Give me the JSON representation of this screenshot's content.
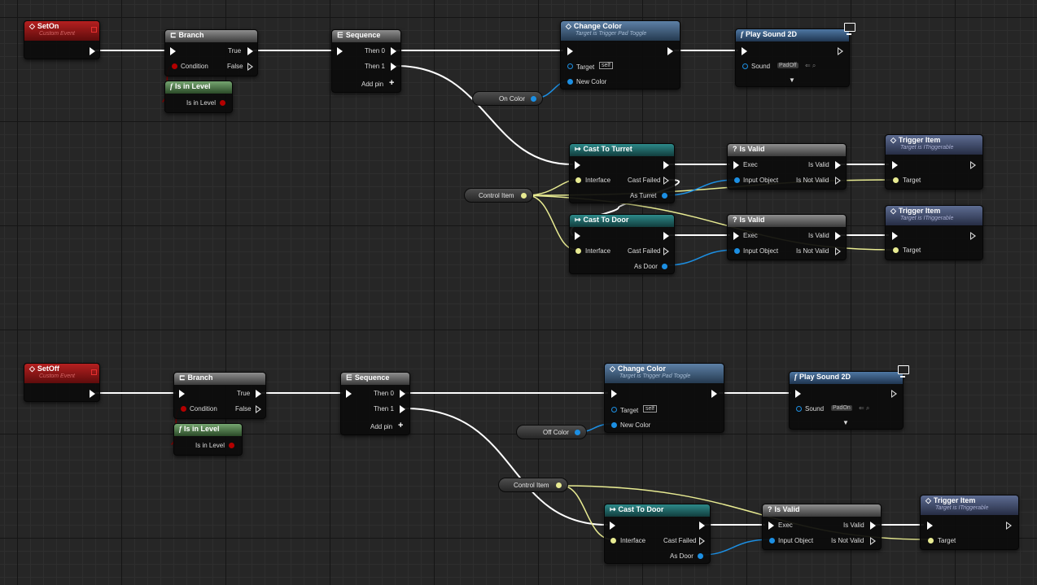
{
  "colors": {
    "exec_wire": "#ffffff",
    "object_wire": "#1c8fe3",
    "interface_wire": "#e8eb92",
    "event_header": "#a61c1c",
    "function_header": "#4e77a3",
    "cast_header": "#2d8a8a"
  },
  "top": {
    "event": {
      "title": "SetOn",
      "subtitle": "Custom Event"
    },
    "branch": {
      "title": "Branch",
      "condition": "Condition",
      "true_label": "True",
      "false_label": "False"
    },
    "is_in_level": {
      "title": "Is in Level",
      "pin": "Is in Level"
    },
    "sequence": {
      "title": "Sequence",
      "then0": "Then 0",
      "then1": "Then 1",
      "add_pin": "Add pin"
    },
    "change_color": {
      "title": "Change Color",
      "subtitle": "Target is Trigger Pad Toggle",
      "target": "Target",
      "self": "self",
      "new_color": "New Color"
    },
    "color_var": "On Color",
    "play_sound": {
      "title": "Play Sound 2D",
      "sound": "Sound",
      "asset": "PadOff"
    },
    "control_item": "Control Item",
    "cast_turret": {
      "title": "Cast To Turret",
      "interface": "Interface",
      "cast_failed": "Cast Failed",
      "as_out": "As Turret"
    },
    "cast_door": {
      "title": "Cast To Door",
      "interface": "Interface",
      "cast_failed": "Cast Failed",
      "as_out": "As Door"
    },
    "is_valid_1": {
      "title": "Is Valid",
      "exec": "Exec",
      "input": "Input Object",
      "valid": "Is Valid",
      "not_valid": "Is Not Valid"
    },
    "is_valid_2": {
      "title": "Is Valid",
      "exec": "Exec",
      "input": "Input Object",
      "valid": "Is Valid",
      "not_valid": "Is Not Valid"
    },
    "trigger_1": {
      "title": "Trigger Item",
      "subtitle": "Target is ITriggerable",
      "target": "Target"
    },
    "trigger_2": {
      "title": "Trigger Item",
      "subtitle": "Target is ITriggerable",
      "target": "Target"
    }
  },
  "bottom": {
    "event": {
      "title": "SetOff",
      "subtitle": "Custom Event"
    },
    "branch": {
      "title": "Branch",
      "condition": "Condition",
      "true_label": "True",
      "false_label": "False"
    },
    "is_in_level": {
      "title": "Is in Level",
      "pin": "Is in Level"
    },
    "sequence": {
      "title": "Sequence",
      "then0": "Then 0",
      "then1": "Then 1",
      "add_pin": "Add pin"
    },
    "change_color": {
      "title": "Change Color",
      "subtitle": "Target is Trigger Pad Toggle",
      "target": "Target",
      "self": "self",
      "new_color": "New Color"
    },
    "color_var": "Off Color",
    "play_sound": {
      "title": "Play Sound 2D",
      "sound": "Sound",
      "asset": "PadOn"
    },
    "control_item": "Control Item",
    "cast_door": {
      "title": "Cast To Door",
      "interface": "Interface",
      "cast_failed": "Cast Failed",
      "as_out": "As Door"
    },
    "is_valid": {
      "title": "Is Valid",
      "exec": "Exec",
      "input": "Input Object",
      "valid": "Is Valid",
      "not_valid": "Is Not Valid"
    },
    "trigger": {
      "title": "Trigger Item",
      "subtitle": "Target is ITriggerable",
      "target": "Target"
    }
  },
  "icons": {
    "event": "event-diamond-icon",
    "branch": "branch-icon",
    "sequence": "sequence-icon",
    "function": "function-f-icon",
    "cast": "cast-arrow-icon",
    "is_valid": "question-icon",
    "monitor": "monitor-icon",
    "interface_message": "interface-diamond-icon"
  }
}
